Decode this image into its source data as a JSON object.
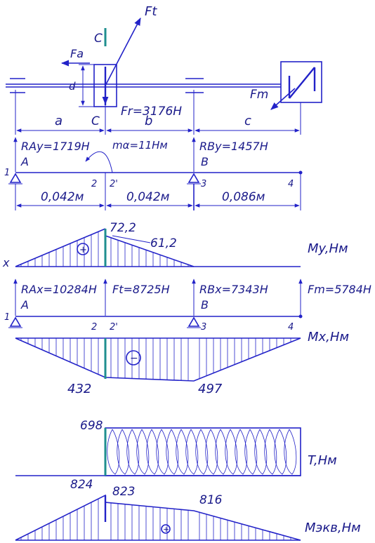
{
  "forces": {
    "ft_arrow": "Ft",
    "fa_arrow": "Fa",
    "d_label": "d",
    "c_top": "C",
    "c_bottom": "C",
    "fr": "Fr=3176H",
    "fm_label": "Fm",
    "ma": "mα=11Hм"
  },
  "segments": {
    "a": "a",
    "b": "b",
    "c": "c"
  },
  "vertical_plane": {
    "ray": "RAy=1719H",
    "rby": "RBy=1457H",
    "support_a": "A",
    "support_b": "B",
    "nodes": [
      "1",
      "2",
      "2'",
      "3",
      "4"
    ],
    "dims": [
      "0,042м",
      "0,042м",
      "0,086м"
    ],
    "x_label": "x",
    "moment_label": "My,Hм",
    "peak": "72,2",
    "value2": "61,2",
    "sign": "+"
  },
  "horizontal_plane": {
    "rax": "RAx=10284H",
    "ft": "Ft=8725H",
    "rbx": "RBx=7343H",
    "fm": "Fm=5784H",
    "support_a": "A",
    "support_b": "B",
    "nodes": [
      "1",
      "2",
      "2'",
      "3",
      "4"
    ],
    "moment_label": "Mx,Hм",
    "v1": "432",
    "v2": "497",
    "sign": "−"
  },
  "torque": {
    "value": "698",
    "label": "T,Hм"
  },
  "equivalent": {
    "v1": "824",
    "v2": "823",
    "v3": "816",
    "label": "Mэкв,Hм",
    "sign": "+"
  }
}
